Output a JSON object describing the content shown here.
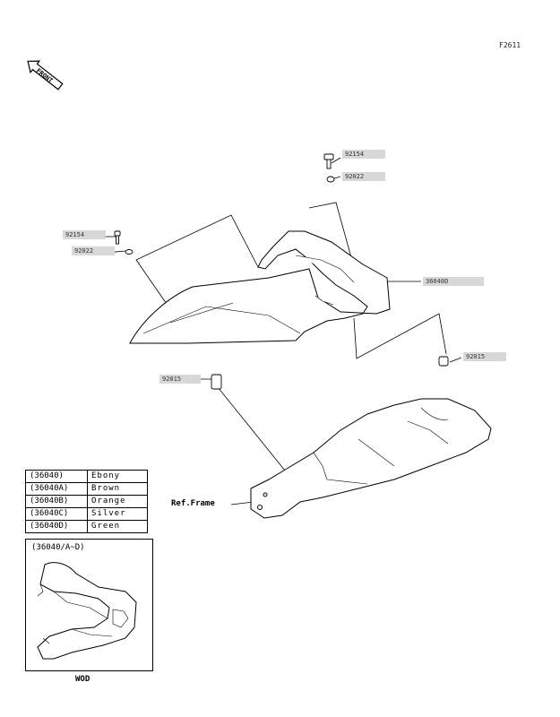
{
  "figure_code": "F2611",
  "front_label": "FRONT",
  "parts": {
    "bolt_right": "92154",
    "washer_right": "92022",
    "bolt_left": "92154",
    "washer_left": "92022",
    "cover": "36040D",
    "collar_right": "92015",
    "collar_left": "92015"
  },
  "ref_frame": "Ref.Frame",
  "color_table": [
    {
      "code": "(36040)",
      "color": "Ebony"
    },
    {
      "code": "(36040A)",
      "color": "Brown"
    },
    {
      "code": "(36040B)",
      "color": "Orange"
    },
    {
      "code": "(36040C)",
      "color": "Silver"
    },
    {
      "code": "(36040D)",
      "color": "Green"
    }
  ],
  "variant_title": "(36040/A~D)",
  "variant_footer": "WOD"
}
